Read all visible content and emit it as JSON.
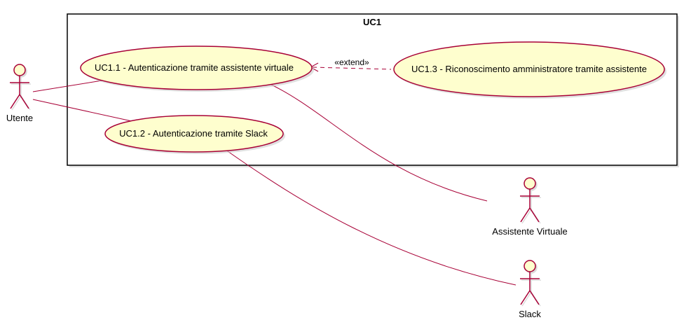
{
  "system": {
    "title": "UC1"
  },
  "use_cases": {
    "uc11": "UC1.1 - Autenticazione tramite assistente virtuale",
    "uc12": "UC1.2 - Autenticazione tramite Slack",
    "uc13": "UC1.3 - Riconoscimento amministratore tramite assistente"
  },
  "actors": {
    "utente": "Utente",
    "assistente": "Assistente Virtuale",
    "slack": "Slack"
  },
  "relations": {
    "extend_label": "«extend»"
  },
  "colors": {
    "use_case_fill": "#FEFECE",
    "use_case_stroke": "#A80036",
    "actor_fill": "#FEFECE",
    "actor_stroke": "#A80036",
    "line": "#A80036",
    "system_border": "#000000",
    "shadow": "#cccccc"
  }
}
